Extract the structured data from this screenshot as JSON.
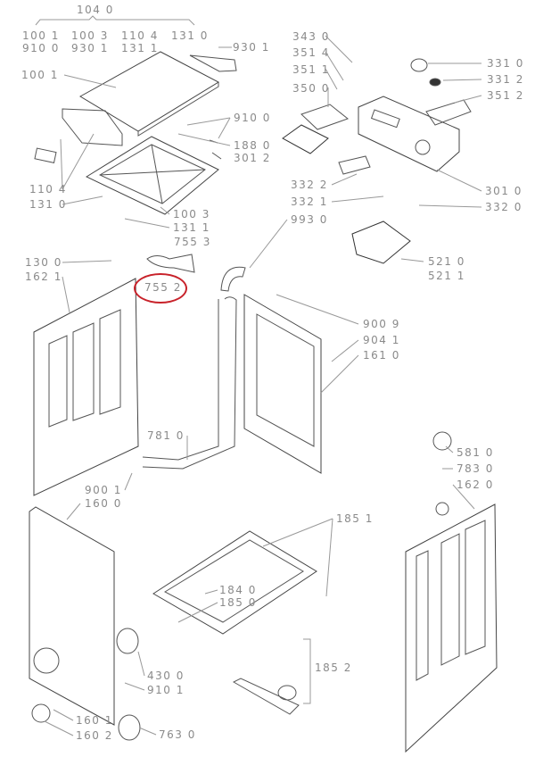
{
  "diagram": {
    "highlight_color": "#c8222a",
    "highlighted_part": "755 2",
    "group_kit": {
      "label": "104 0",
      "members": [
        "100 1",
        "100 3",
        "110 4",
        "131 0",
        "910 0",
        "930 1",
        "131 1"
      ]
    },
    "labels": {
      "l9301": "930 1",
      "l1001": "100 1",
      "l9100": "910 0",
      "l1880": "188 0",
      "l3012": "301 2",
      "l1104": "110 4",
      "l1310": "131 0",
      "l1003": "100 3",
      "l1311": "131 1",
      "l3430": "343 0",
      "l3514": "351 4",
      "l3511": "351 1",
      "l3500": "350 0",
      "l3310": "331 0",
      "l3312": "331 2",
      "l3512": "351 2",
      "l3010": "301 0",
      "l3322": "332 2",
      "l3321": "332 1",
      "l3320": "332 0",
      "l9930": "993 0",
      "l7553": "755 3",
      "l1300": "130 0",
      "l1621": "162 1",
      "l7552": "755 2",
      "l5210": "521 0",
      "l5211": "521 1",
      "l9009": "900 9",
      "l9041": "904 1",
      "l1610": "161 0",
      "l7810": "781 0",
      "l5810": "581 0",
      "l7830": "783 0",
      "l1620": "162 0",
      "l9001": "900 1",
      "l1600": "160 0",
      "l1851": "185 1",
      "l1840": "184 0",
      "l1850": "185 0",
      "l1852": "185 2",
      "l4300": "430 0",
      "l9101": "910 1",
      "l1601": "160 1",
      "l1602": "160 2",
      "l7630": "763 0"
    }
  }
}
